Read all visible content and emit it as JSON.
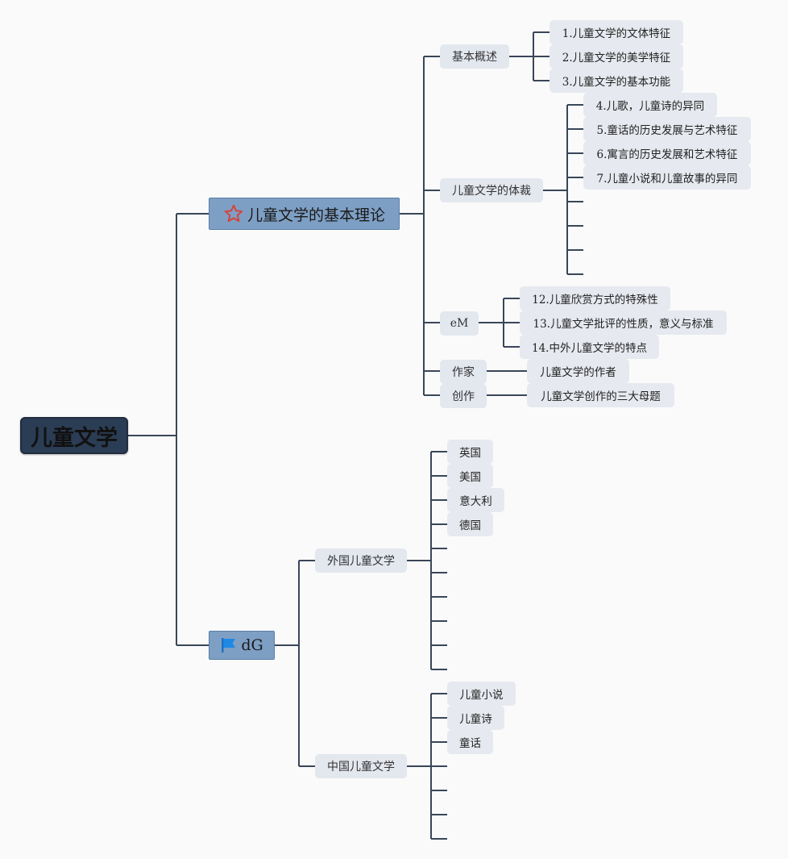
{
  "root": {
    "label": "儿童文学"
  },
  "branches": [
    {
      "label": "儿童文学的基本理论",
      "icon": "star-outline-icon",
      "children": [
        {
          "label": "基本概述",
          "children": [
            "1.儿童文学的文体特征",
            "2.儿童文学的美学特征",
            "3.儿童文学的基本功能"
          ]
        },
        {
          "label": "儿童文学的体裁",
          "children": [
            "4.儿歌，儿童诗的异同",
            "5.童话的历史发展与艺术特征",
            "6.寓言的历史发展和艺术特征",
            "7.儿童小说和儿童故事的异同",
            "",
            "",
            ""
          ]
        },
        {
          "label": "eM",
          "children": [
            "12.儿童欣赏方式的特殊性",
            "13.儿童文学批评的性质，意义与标准",
            "14.中外儿童文学的特点"
          ]
        },
        {
          "label": "作家",
          "children": [
            "儿童文学的作者"
          ]
        },
        {
          "label": "创作",
          "children": [
            "儿童文学创作的三大母题"
          ]
        }
      ]
    },
    {
      "label": "dG",
      "icon": "flag-icon",
      "children": [
        {
          "label": "外国儿童文学",
          "children": [
            "英国",
            "美国",
            "意大利",
            "德国",
            "",
            "",
            "",
            "",
            "",
            ""
          ]
        },
        {
          "label": "中国儿童文学",
          "children": [
            "儿童小说",
            "儿童诗",
            "童话",
            "",
            "",
            "",
            ""
          ]
        }
      ]
    }
  ],
  "colors": {
    "line": "#3a4658",
    "root_bg": "#2b3d55",
    "main_bg": "#7e9fc4",
    "sub_bg": "#e3e7ee",
    "star": "#d9403a",
    "flag": "#1e88e5"
  }
}
